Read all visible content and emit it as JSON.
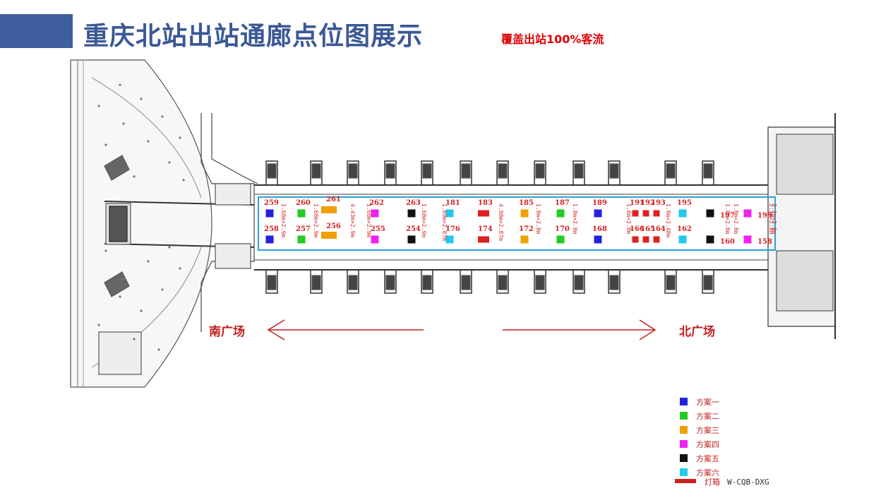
{
  "header": {
    "title": "重庆北站出站通廊点位图展示",
    "subtitle": "覆盖出站100%客流"
  },
  "plan": {
    "south_plaza": "南广场",
    "north_plaza": "北广场",
    "markers": [
      {
        "id": "259",
        "color": "#2222dd"
      },
      {
        "id": "258",
        "color": "#2222dd"
      },
      {
        "id": "260",
        "color": "#22cc22"
      },
      {
        "id": "257",
        "color": "#22cc22"
      },
      {
        "id": "261",
        "color": "#f0a000"
      },
      {
        "id": "256",
        "color": "#f0a000"
      },
      {
        "id": "262",
        "color": "#ee22ee"
      },
      {
        "id": "255",
        "color": "#ee22ee"
      },
      {
        "id": "263",
        "color": "#111111"
      },
      {
        "id": "254",
        "color": "#111111"
      },
      {
        "id": "181",
        "color": "#22c8ee"
      },
      {
        "id": "176",
        "color": "#22c8ee"
      },
      {
        "id": "183",
        "color": "#e02020"
      },
      {
        "id": "174",
        "color": "#e02020"
      },
      {
        "id": "185",
        "color": "#f0a000"
      },
      {
        "id": "172",
        "color": "#f0a000"
      },
      {
        "id": "187",
        "color": "#22cc22"
      },
      {
        "id": "170",
        "color": "#22cc22"
      },
      {
        "id": "189",
        "color": "#2222dd"
      },
      {
        "id": "168",
        "color": "#2222dd"
      },
      {
        "id": "191",
        "color": "#e02020"
      },
      {
        "id": "192",
        "color": "#e02020"
      },
      {
        "id": "193",
        "color": "#e02020"
      },
      {
        "id": "166",
        "color": "#e02020"
      },
      {
        "id": "165",
        "color": "#e02020"
      },
      {
        "id": "164",
        "color": "#e02020"
      },
      {
        "id": "195",
        "color": "#22c8ee"
      },
      {
        "id": "162",
        "color": "#22c8ee"
      },
      {
        "id": "197",
        "color": "#111111"
      },
      {
        "id": "160",
        "color": "#111111"
      },
      {
        "id": "199",
        "color": "#ee22ee"
      },
      {
        "id": "158",
        "color": "#ee22ee"
      }
    ],
    "sizes": [
      "1.68m×2.9m",
      "1.68m×2.9m",
      "4.43m×2.9m",
      "1.68m×2.9m",
      "1.68m×2.9m",
      "1.69m×2.87m",
      "4.98m×2.87m",
      "1.8m×2.8m",
      "1.8m×2.8m",
      "1.8m×2.8m",
      "1.8m×2.48m",
      "2.1m×2.8m",
      "1.8m×2.8m",
      "1.8m×2.8m",
      "2.1m×2.8m"
    ]
  },
  "legend": {
    "items": [
      {
        "label": "方案一",
        "color": "#2222dd"
      },
      {
        "label": "方案二",
        "color": "#22cc22"
      },
      {
        "label": "方案三",
        "color": "#f0a000"
      },
      {
        "label": "方案四",
        "color": "#ee22ee"
      },
      {
        "label": "方案五",
        "color": "#111111"
      },
      {
        "label": "方案六",
        "color": "#22c8ee"
      }
    ],
    "lightbox_label": "灯箱",
    "lightbox_color": "#cc2020",
    "code": "W-CQB-DXG"
  }
}
